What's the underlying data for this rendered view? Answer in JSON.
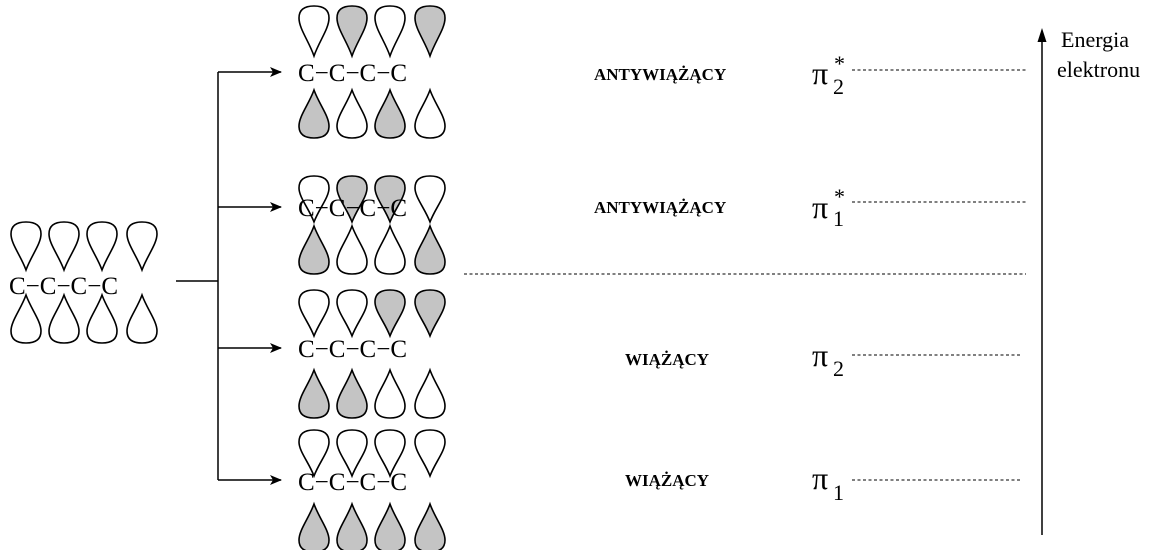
{
  "diagram": {
    "colors": {
      "shaded": "#c4c4c4",
      "unshaded": "#ffffff",
      "ink": "#000000"
    },
    "chain_label": "C−C−C−C",
    "separator": "dashed-line",
    "axis_label_line1": "Energia",
    "axis_label_line2": "elektronu",
    "levels": [
      {
        "id": "pi2star",
        "symbol": "π",
        "subscript": "2",
        "superscript": "*",
        "type_label": "ANTYWIĄŻĄCY",
        "top_lobes": [
          "white",
          "gray",
          "white",
          "gray"
        ],
        "bottom_lobes": [
          "gray",
          "white",
          "gray",
          "white"
        ]
      },
      {
        "id": "pi1star",
        "symbol": "π",
        "subscript": "1",
        "superscript": "*",
        "type_label": "ANTYWIĄŻĄCY",
        "top_lobes": [
          "white",
          "gray",
          "gray",
          "white"
        ],
        "bottom_lobes": [
          "gray",
          "white",
          "white",
          "gray"
        ]
      },
      {
        "id": "pi2",
        "symbol": "π",
        "subscript": "2",
        "superscript": "",
        "type_label": "WIĄŻĄCY",
        "top_lobes": [
          "white",
          "white",
          "gray",
          "gray"
        ],
        "bottom_lobes": [
          "gray",
          "gray",
          "white",
          "white"
        ]
      },
      {
        "id": "pi1",
        "symbol": "π",
        "subscript": "1",
        "superscript": "",
        "type_label": "WIĄŻĄCY",
        "top_lobes": [
          "white",
          "white",
          "white",
          "white"
        ],
        "bottom_lobes": [
          "gray",
          "gray",
          "gray",
          "gray"
        ]
      }
    ],
    "source_orbitals": {
      "top_lobes": [
        "white",
        "white",
        "white",
        "white"
      ],
      "bottom_lobes": [
        "white",
        "white",
        "white",
        "white"
      ]
    }
  }
}
